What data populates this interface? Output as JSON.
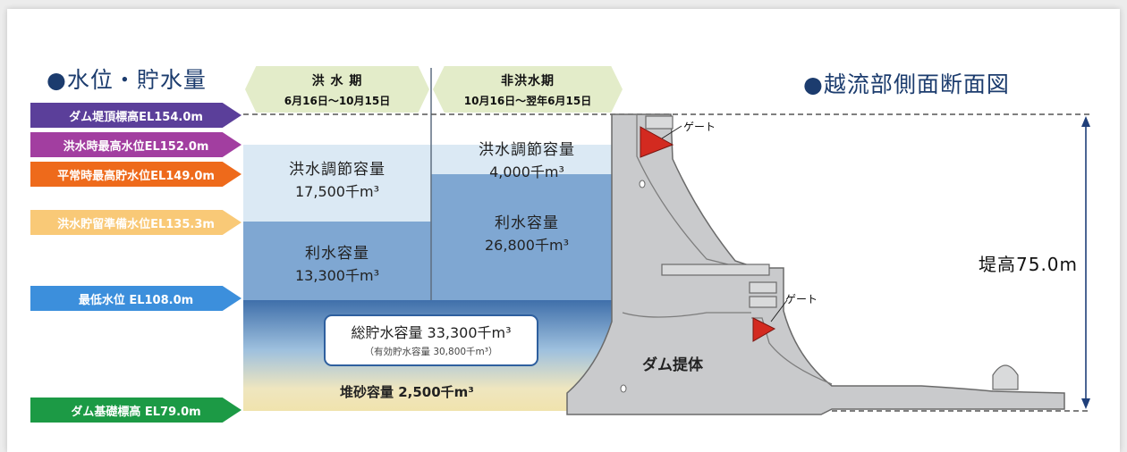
{
  "left_heading": "●水位・貯水量",
  "right_heading": "●越流部側面断面図",
  "water_levels": [
    {
      "label": "ダム堤頂標高EL154.0m",
      "color": "#5b3f9a"
    },
    {
      "label": "洪水時最高水位EL152.0m",
      "color": "#a23ea0"
    },
    {
      "label": "平常時最高貯水位EL149.0m",
      "color": "#ee6a1b"
    },
    {
      "label": "洪水貯留準備水位EL135.3m",
      "color": "#f9c977"
    },
    {
      "label": "最低水位 EL108.0m",
      "color": "#3c8fdc"
    },
    {
      "label": "ダム基礎標高 EL79.0m",
      "color": "#1c9a45"
    }
  ],
  "periods": [
    {
      "name": "洪 水 期",
      "dates": "6月16日～10月15日"
    },
    {
      "name": "非洪水期",
      "dates": "10月16日～翌年6月15日"
    }
  ],
  "flood_season": {
    "flood_control_label": "洪水調節容量",
    "flood_control_value": "17,500千m³",
    "water_use_label": "利水容量",
    "water_use_value": "13,300千m³"
  },
  "non_flood_season": {
    "flood_control_label": "洪水調節容量",
    "flood_control_value": "4,000千m³",
    "water_use_label": "利水容量",
    "water_use_value": "26,800千m³"
  },
  "total_storage": "総貯水容量 33,300千m³",
  "effective_storage": "（有効貯水容量 30,800千m³）",
  "sediment": "堆砂容量 2,500千m³",
  "gate_label_upper": "ゲート",
  "gate_label_lower": "ゲート",
  "dam_body_label": "ダム提体",
  "dam_height": "堤高75.0m",
  "colors": {
    "light_blue": "#dbe9f4",
    "mid_blue": "#7fa7d2",
    "deep_blue": "#3f6faa",
    "sand": "#f0e3ad",
    "concrete": "#c9cacc",
    "gate": "#d32a20"
  }
}
